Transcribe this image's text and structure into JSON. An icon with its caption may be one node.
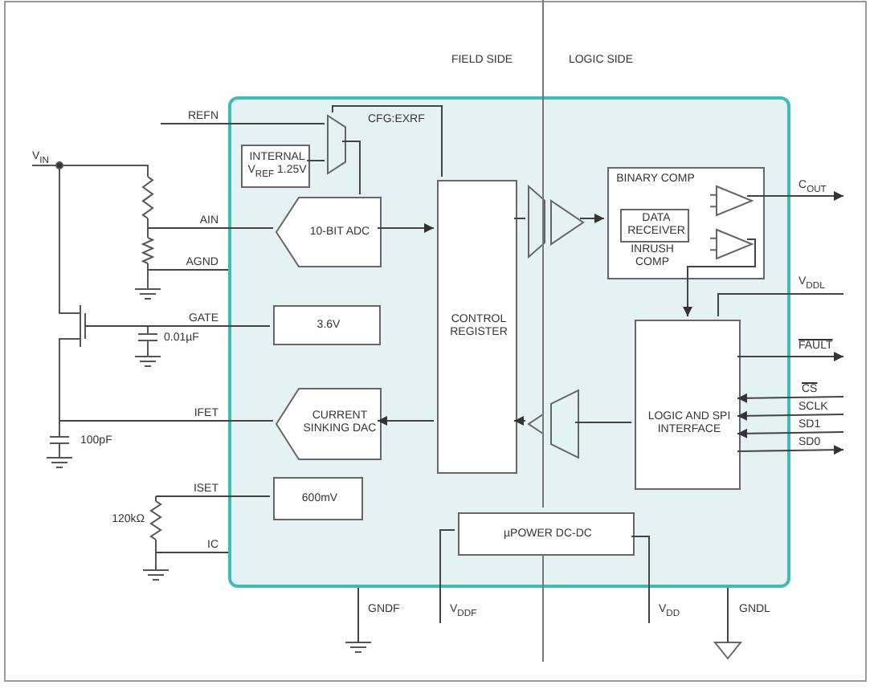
{
  "diagram": {
    "nodes": [
      {
        "text": [],
        "shape": "box"
      },
      {
        "text": [
          "INTERNAL V$_{REF}$ 1.25V"
        ],
        "in": 0
      },
      {
        "text": [],
        "shape": "trapezoid",
        "in": 0
      },
      {
        "text": [
          "10-BIT ADC"
        ],
        "in": 0
      },
      {
        "text": [
          "3.6V"
        ],
        "in": 0
      },
      {
        "text": [
          "CURRENT SINKING DAC"
        ],
        "in": 0
      },
      {
        "text": [
          "600mV"
        ],
        "in": 0
      },
      {
        "text": [
          "CONTROL REGISTER"
        ],
        "in": 0
      },
      {
        "text": [],
        "shape": "trapezoid",
        "in": 0
      },
      {
        "text": [],
        "shape": "triangle",
        "in": 0
      },
      {
        "text": [
          "BINARY COMP",
          "INRUSH COMP"
        ],
        "in": 0
      },
      {
        "text": [
          "DATA RECEIVER"
        ],
        "in": 10
      },
      {
        "text": [],
        "shape": "triangle",
        "in": 10
      },
      {
        "text": [],
        "shape": "triangle",
        "in": 10
      },
      {
        "text": [
          "LOGIC AND SPI INTERFACE"
        ],
        "in": 0
      },
      {
        "text": [],
        "shape": "trapezoid",
        "in": 0
      },
      {
        "text": [],
        "shape": "triangle",
        "in": 0
      },
      {
        "text": [
          "µPOWER DC-DC"
        ],
        "in": 0
      },
      {
        "text": [
          "C$_{OUT}$"
        ]
      },
      {
        "text": [
          "FAULT"
        ]
      },
      {
        "text": [
          "SD0"
        ]
      },
      {
        "text": [
          "V$_{DDF}$"
        ]
      },
      {
        "text": [
          "V$_{DD}$"
        ]
      },
      {
        "text": [],
        "shape": "triangle"
      },
      {
        "text": [
          "CS"
        ]
      },
      {
        "text": [
          "SCLK"
        ]
      },
      {
        "text": [
          "SD1"
        ]
      }
    ],
    "edges": [
      {
        "from": 7,
        "to": 2,
        "arrow": "none",
        "label": "CFG:EXRF"
      },
      {
        "from": 1,
        "to": 2,
        "arrow": "none"
      },
      {
        "from": 2,
        "to": 3,
        "arrow": "none"
      },
      {
        "from": null,
        "to": 2,
        "arrow": "none"
      },
      {
        "from": null,
        "to": 3,
        "arrow": "none"
      },
      {
        "from": 3,
        "to": 7,
        "arrow": "to"
      },
      {
        "from": null,
        "to": 0,
        "arrow": "none"
      },
      {
        "from": null,
        "to": 4,
        "arrow": "none"
      },
      {
        "from": 7,
        "to": 5,
        "arrow": "to"
      },
      {
        "from": null,
        "to": 5,
        "arrow": "none"
      },
      {
        "from": null,
        "to": 6,
        "arrow": "none"
      },
      {
        "from": null,
        "to": 0,
        "arrow": "none"
      },
      {
        "from": 7,
        "to": 8,
        "arrow": "none"
      },
      {
        "from": 9,
        "to": 10,
        "arrow": "to"
      },
      {
        "from": 12,
        "to": 18,
        "arrow": "to"
      },
      {
        "from": 13,
        "to": 14,
        "arrow": "to"
      },
      {
        "from": 14,
        "to": null,
        "arrow": "none"
      },
      {
        "from": 14,
        "to": 19,
        "arrow": "to"
      },
      {
        "from": 24,
        "to": 14,
        "arrow": "to"
      },
      {
        "from": 25,
        "to": 14,
        "arrow": "to"
      },
      {
        "from": 26,
        "to": 14,
        "arrow": "to"
      },
      {
        "from": 14,
        "to": 20,
        "arrow": "to"
      },
      {
        "from": 14,
        "to": 15,
        "arrow": "none"
      },
      {
        "from": 16,
        "to": 7,
        "arrow": "to"
      },
      {
        "from": 17,
        "to": 21,
        "arrow": "none"
      },
      {
        "from": 17,
        "to": 22,
        "arrow": "none"
      },
      {
        "from": 0,
        "to": null,
        "arrow": "none"
      },
      {
        "from": 0,
        "to": 23,
        "arrow": "none"
      }
    ],
    "labels": [
      "FIELD SIDE",
      "LOGIC SIDE",
      "REFN",
      "V$_{IN}$",
      "AIN",
      "AGND",
      "V$_{DDL}$",
      "GATE",
      "0.01µF",
      "IFET",
      "100pF",
      "ISET",
      "120kΩ",
      "IC",
      "GNDF",
      "GNDL"
    ]
  }
}
